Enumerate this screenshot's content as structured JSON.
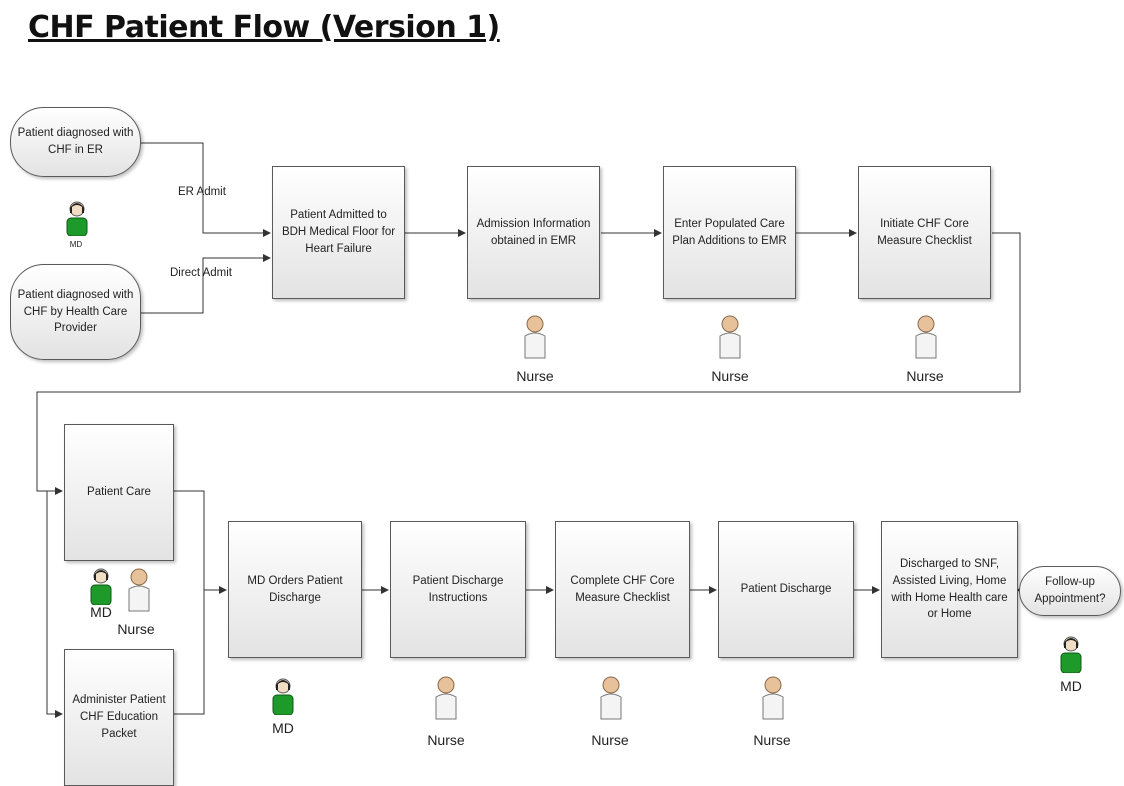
{
  "title": "CHF Patient Flow (Version 1)",
  "nodes": {
    "er": "Patient diagnosed with CHF in ER",
    "provider": "Patient diagnosed with CHF by Health Care Provider",
    "admitted": "Patient Admitted to BDH Medical Floor for Heart Failure",
    "admission_info": "Admission Information obtained in EMR",
    "care_plan": "Enter Populated Care Plan Additions to EMR",
    "checklist_init": "Initiate CHF Core Measure Checklist",
    "patient_care": "Patient Care",
    "education": "Administer Patient CHF Education Packet",
    "md_orders": "MD Orders Patient Discharge",
    "instructions": "Patient Discharge Instructions",
    "checklist_complete": "Complete CHF Core Measure Checklist",
    "discharge": "Patient Discharge",
    "discharged_to": "Discharged to SNF, Assisted Living, Home with Home Health care or Home",
    "followup": "Follow-up Appointment?"
  },
  "edges": {
    "er_admit": "ER Admit",
    "direct_admit": "Direct Admit"
  },
  "roles": {
    "md": "MD",
    "nurse": "Nurse"
  },
  "colors": {
    "md_figure": "#1e9a2a",
    "nurse_figure": "#e7c19a",
    "connector": "#333333"
  }
}
